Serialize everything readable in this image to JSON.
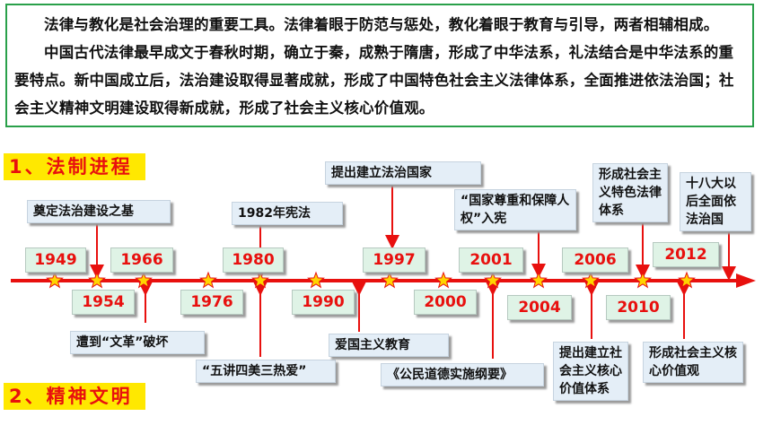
{
  "intro": {
    "para1": "法律与教化是社会治理的重要工具。法律着眼于防范与惩处，教化着眼于教育与引导，两者相辅相成。",
    "para2": "中国古代法律最早成文于春秋时期，确立于秦，成熟于隋唐，形成了中华法系，礼法结合是中华法系的重要特点。新中国成立后，法治建设取得显著成就，形成了中国特色社会主义法律体系，全面推进依法治国；社会主义精神文明建设取得新成就，形成了社会主义核心价值观。"
  },
  "sections": {
    "s1": "1、法制进程",
    "s2": "2、精神文明"
  },
  "years": {
    "y1949": "1949",
    "y1954": "1954",
    "y1966": "1966",
    "y1976": "1976",
    "y1980": "1980",
    "y1990": "1990",
    "y1997": "1997",
    "y2000": "2000",
    "y2001": "2001",
    "y2004": "2004",
    "y2006": "2006",
    "y2010": "2010",
    "y2012": "2012"
  },
  "events": {
    "e1954": "奠定法治建设之基",
    "e1966": "遭到“文革”破坏",
    "e1982": "1982年宪法",
    "e1980": "“五讲四美三热爱”",
    "e1997": "提出建立法治国家",
    "e1994": "爱国主义教育",
    "e2001": "《公民道德实施纲要》",
    "e2004": "“国家尊重和保障人权”入宪",
    "e2006": "提出建立社会主义核心价值体系",
    "e2010": "形成社会主义特色法律体系",
    "e2012a": "十八大以后全面依法治国",
    "e2012b": "形成社会主义核心价值观"
  },
  "colors": {
    "accent": "#e8100e",
    "border": "#2aa04a",
    "highlight": "#ffe800",
    "star": "#ffd400"
  }
}
